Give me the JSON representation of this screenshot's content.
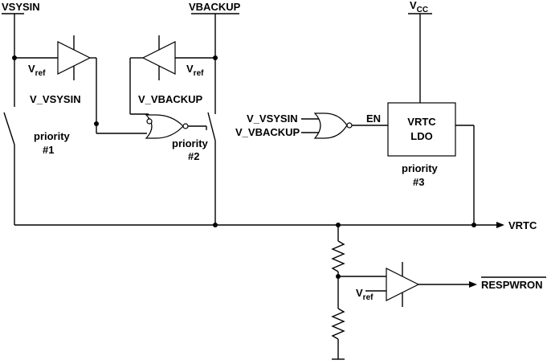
{
  "rails": {
    "vsysin": "VSYSIN",
    "vbackup": "VBACKUP",
    "vcc_main": "V",
    "vcc_sub": "CC"
  },
  "comparators": {
    "vsysin": {
      "ref_main": "V",
      "ref_sub": "ref",
      "output": "V_VSYSIN"
    },
    "vbackup": {
      "ref_main": "V",
      "ref_sub": "ref",
      "output": "V_VBACKUP"
    },
    "respwron": {
      "ref_main": "V",
      "ref_sub": "ref"
    }
  },
  "priorities": {
    "p1": {
      "label": "priority",
      "number": "#1"
    },
    "p2": {
      "label": "priority",
      "number": "#2"
    },
    "p3": {
      "label": "priority",
      "number": "#3"
    }
  },
  "nor_inputs": {
    "in1": "V_VSYSIN",
    "in2": "V_VBACKUP"
  },
  "enable": "EN",
  "ldo": {
    "line1": "VRTC",
    "line2": "LDO"
  },
  "outputs": {
    "vrtc": "VRTC",
    "respwron": "RESPWRON"
  }
}
